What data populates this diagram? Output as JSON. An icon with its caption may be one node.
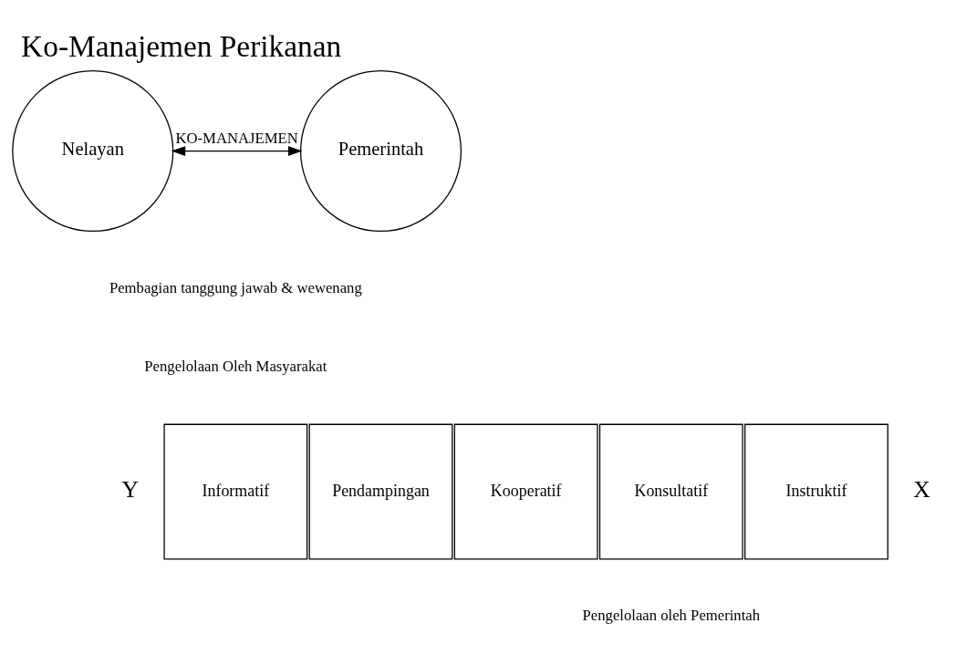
{
  "diagram": {
    "title": "Ko-Manajemen Perikanan",
    "nodes": [
      {
        "text": [
          "Nelayan"
        ]
      },
      {
        "text": [
          "Pemerintah"
        ]
      },
      {
        "text": [
          "Informatif"
        ]
      },
      {
        "text": [
          "Pendampingan"
        ]
      },
      {
        "text": [
          "Kooperatif"
        ]
      },
      {
        "text": [
          "Konsultatif"
        ]
      },
      {
        "text": [
          "Instruktif"
        ]
      }
    ],
    "edges": [
      {
        "from": 0,
        "to": 1,
        "arrow": "both",
        "label": "KO-MANAJEMEN"
      }
    ],
    "labels": [
      "Pembagian tanggung jawab & wewenang",
      "Pengelolaan Oleh Masyarakat",
      "Y",
      "X",
      "Pengelolaan oleh Pemerintah"
    ]
  }
}
